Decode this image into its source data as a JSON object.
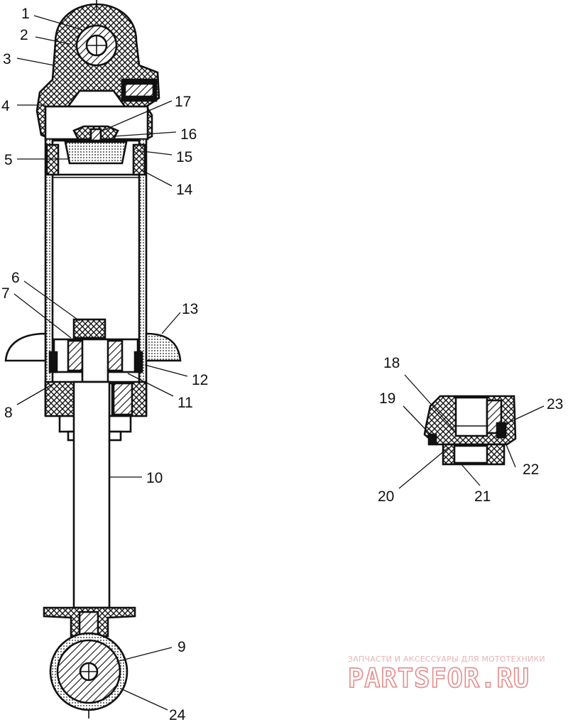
{
  "callouts": {
    "c1": "1",
    "c2": "2",
    "c3": "3",
    "c4": "4",
    "c5": "5",
    "c6": "6",
    "c7": "7",
    "c8": "8",
    "c9": "9",
    "c10": "10",
    "c11": "11",
    "c12": "12",
    "c13": "13",
    "c14": "14",
    "c15": "15",
    "c16": "16",
    "c17": "17",
    "c18": "18",
    "c19": "19",
    "c20": "20",
    "c21": "21",
    "c22": "22",
    "c23": "23",
    "c24": "24"
  },
  "watermark": {
    "tagline": "ЗАПЧАСТИ И АКСЕССУАРЫ ДЛЯ МОТОТЕХНИКИ",
    "brand": "PARTSFOR.RU"
  },
  "colors": {
    "ink": "#111111",
    "watermark": "#e68b8b"
  }
}
